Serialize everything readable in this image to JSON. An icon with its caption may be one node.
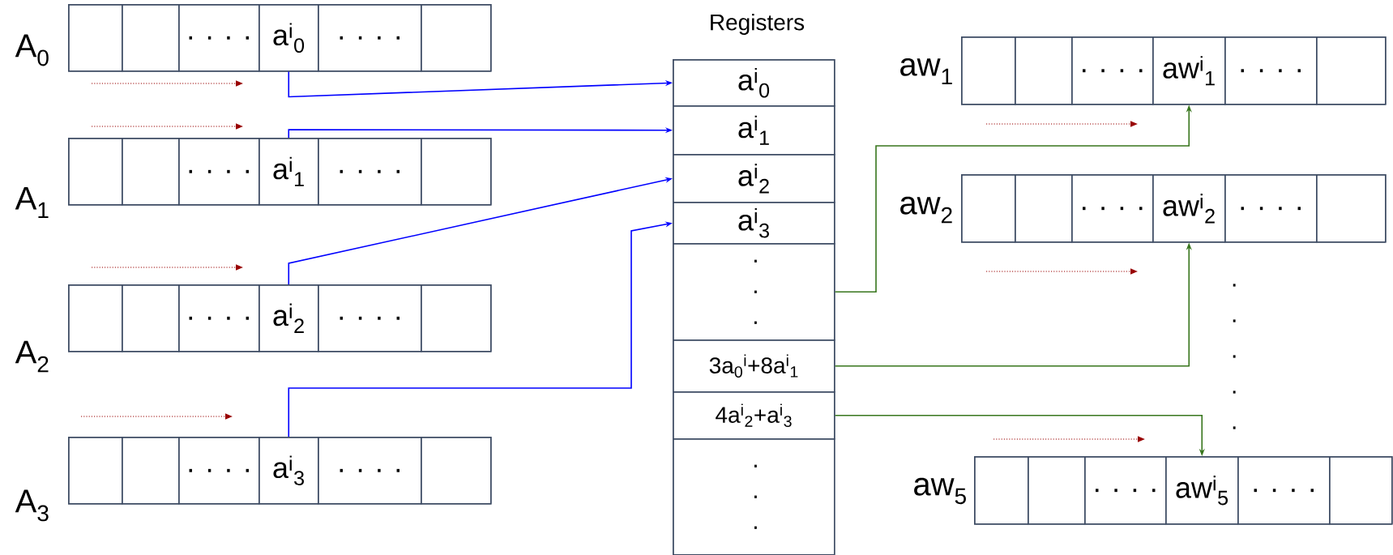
{
  "diagram": {
    "nodes": [
      {
        "text": [
          "A$_{0}$"
        ]
      },
      {
        "text": [],
        "shape": "box",
        "in": 0
      },
      {
        "text": [],
        "shape": "box",
        "in": 0
      },
      {
        "text": [
          ". . . ."
        ],
        "in": 0
      },
      {
        "text": [
          "a$^{i}$$_{0}$"
        ],
        "in": 0
      },
      {
        "text": [
          ". . . ."
        ],
        "in": 0
      },
      {
        "text": [],
        "shape": "box",
        "in": 0
      },
      {
        "text": [
          "A$_{1}$"
        ]
      },
      {
        "text": [],
        "shape": "box",
        "in": 7
      },
      {
        "text": [],
        "shape": "box",
        "in": 7
      },
      {
        "text": [
          ". . . ."
        ],
        "in": 7
      },
      {
        "text": [
          "a$^{i}$$_{1}$"
        ],
        "in": 7
      },
      {
        "text": [
          ". . . ."
        ],
        "in": 7
      },
      {
        "text": [],
        "shape": "box",
        "in": 7
      },
      {
        "text": [
          "A$_{2}$"
        ]
      },
      {
        "text": [],
        "shape": "box",
        "in": 14
      },
      {
        "text": [],
        "shape": "box",
        "in": 14
      },
      {
        "text": [
          ". . . ."
        ],
        "in": 14
      },
      {
        "text": [
          "a$^{i}$$_{2}$"
        ],
        "in": 14
      },
      {
        "text": [
          ". . . ."
        ],
        "in": 14
      },
      {
        "text": [],
        "shape": "box",
        "in": 14
      },
      {
        "text": [
          "A$_{3}$"
        ]
      },
      {
        "text": [],
        "shape": "box",
        "in": 21
      },
      {
        "text": [],
        "shape": "box",
        "in": 21
      },
      {
        "text": [
          ". . . ."
        ],
        "in": 21
      },
      {
        "text": [
          "a$^{i}$$_{3}$"
        ],
        "in": 21
      },
      {
        "text": [
          ". . . ."
        ],
        "in": 21
      },
      {
        "text": [],
        "shape": "box",
        "in": 21
      },
      {
        "text": [
          "Registers"
        ]
      },
      {
        "text": [
          "a$^{i}$$_{0}$"
        ],
        "in": 28
      },
      {
        "text": [
          "a$^{i}$$_{1}$"
        ],
        "in": 28
      },
      {
        "text": [
          "a$^{i}$$_{2}$"
        ],
        "in": 28
      },
      {
        "text": [
          "a$^{i}$$_{3}$"
        ],
        "in": 28
      },
      {
        "text": [
          ". . ."
        ],
        "in": 28
      },
      {
        "text": [
          "3a$_{0}$$^{i}$+8a$^{i}$$_{1}$"
        ],
        "in": 28
      },
      {
        "text": [
          "4a$^{i}$$_{2}$+a$^{i}$$_{3}$"
        ],
        "in": 28
      },
      {
        "text": [
          ". . ."
        ],
        "in": 28
      },
      {
        "text": [
          "aw$_{1}$"
        ]
      },
      {
        "text": [],
        "shape": "box",
        "in": 37
      },
      {
        "text": [],
        "shape": "box",
        "in": 37
      },
      {
        "text": [
          ". . . ."
        ],
        "in": 37
      },
      {
        "text": [
          "aw$^{i}$$_{1}$"
        ],
        "in": 37
      },
      {
        "text": [
          ". . . ."
        ],
        "in": 37
      },
      {
        "text": [],
        "shape": "box",
        "in": 37
      },
      {
        "text": [
          "aw$_{2}$"
        ]
      },
      {
        "text": [],
        "shape": "box",
        "in": 44
      },
      {
        "text": [],
        "shape": "box",
        "in": 44
      },
      {
        "text": [
          ". . . ."
        ],
        "in": 44
      },
      {
        "text": [
          "aw$^{i}$$_{2}$"
        ],
        "in": 44
      },
      {
        "text": [
          ". . . ."
        ],
        "in": 44
      },
      {
        "text": [],
        "shape": "box",
        "in": 44
      },
      {
        "text": [
          "aw$_{5}$"
        ]
      },
      {
        "text": [],
        "shape": "box",
        "in": 51
      },
      {
        "text": [],
        "shape": "box",
        "in": 51
      },
      {
        "text": [
          ". . . ."
        ],
        "in": 51
      },
      {
        "text": [
          "aw$^{i}$$_{5}$"
        ],
        "in": 51
      },
      {
        "text": [
          ". . . ."
        ],
        "in": 51
      },
      {
        "text": [],
        "shape": "box",
        "in": 51
      }
    ],
    "edges": [
      {
        "from": 4,
        "to": 29,
        "arrow": "to"
      },
      {
        "from": 11,
        "to": 30,
        "arrow": "to"
      },
      {
        "from": 18,
        "to": 31,
        "arrow": "to"
      },
      {
        "from": 25,
        "to": 32,
        "arrow": "to"
      },
      {
        "from": 33,
        "to": 41,
        "arrow": "to",
        "color": "#38761d"
      },
      {
        "from": 34,
        "to": 48,
        "arrow": "to",
        "color": "#38761d"
      },
      {
        "from": 35,
        "to": 55,
        "arrow": "to",
        "color": "#38761d"
      }
    ],
    "labels": [
      ". . . . ."
    ]
  }
}
